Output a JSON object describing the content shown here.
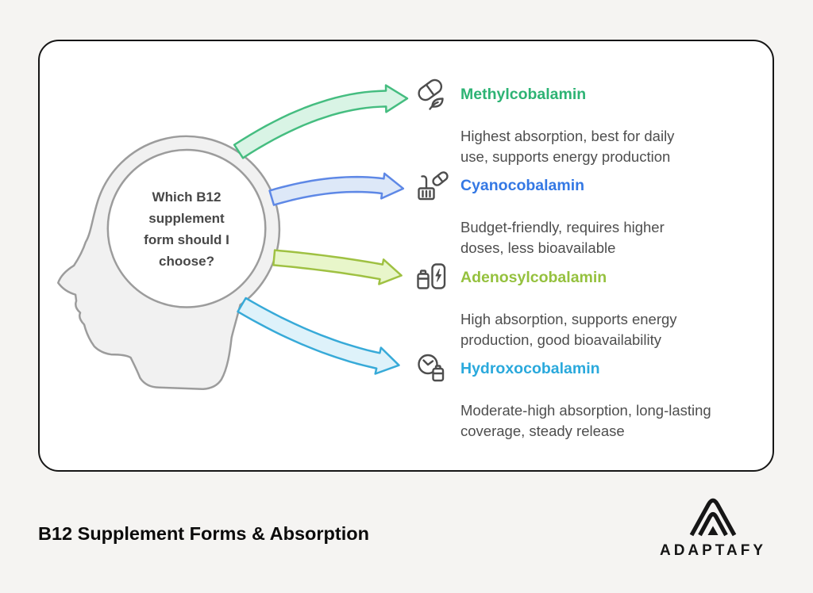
{
  "head": {
    "question": "Which B12\nsupplement\nform should I\nchoose?"
  },
  "items": [
    {
      "name": "Methylcobalamin",
      "description": "Highest absorption, best for daily\nuse, supports energy production",
      "color": "#2db374",
      "arrow_fill": "#d9f4e5",
      "arrow_stroke": "#45bd80",
      "icon": "capsule-leaf-icon"
    },
    {
      "name": "Cyanocobalamin",
      "description": "Budget-friendly, requires higher\ndoses, less bioavailable",
      "color": "#3478e4",
      "arrow_fill": "#dde8f8",
      "arrow_stroke": "#5e88e6",
      "icon": "crate-pill-icon"
    },
    {
      "name": "Adenosylcobalamin",
      "description": "High absorption, supports energy\nproduction, good bioavailability",
      "color": "#95c13e",
      "arrow_fill": "#e8f6ca",
      "arrow_stroke": "#9fc142",
      "icon": "battery-charging-icon"
    },
    {
      "name": "Hydroxocobalamin",
      "description": "Moderate-high absorption, long-lasting\ncoverage, steady release",
      "color": "#2aa9dc",
      "arrow_fill": "#def2fa",
      "arrow_stroke": "#37aad8",
      "icon": "clock-battery-icon"
    }
  ],
  "footer": {
    "title": "B12 Supplement Forms & Absorption",
    "brand": "ADAPTAFY"
  }
}
